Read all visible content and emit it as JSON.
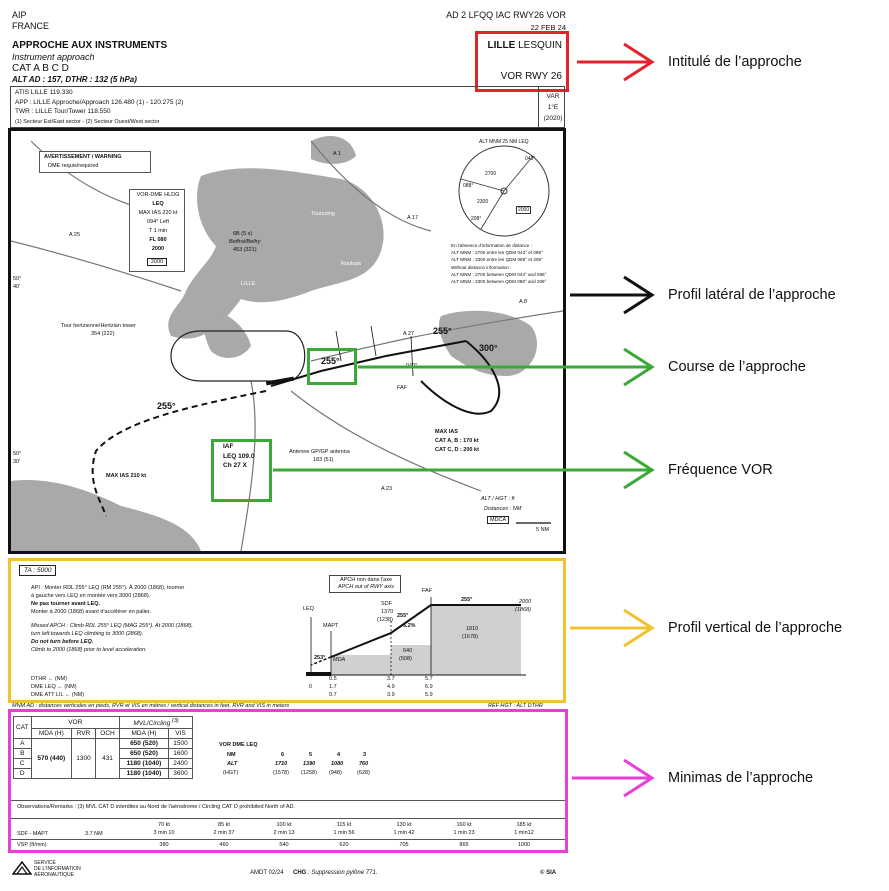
{
  "header": {
    "aip": "AIP",
    "country": "FRANCE",
    "ref": "AD 2 LFQQ IAC RWY26 VOR",
    "date": "22 FEB 24",
    "title_fr": "APPROCHE AUX INSTRUMENTS",
    "title_en": "Instrument approach",
    "cat": "CAT A B C D",
    "alt": "ALT AD : 157, DTHR : 132 (5 hPa)",
    "aerodrome_bold": "LILLE",
    "aerodrome_rest": " LESQUIN",
    "procedure": "VOR RWY 26"
  },
  "freqs": {
    "atis": "ATIS LILLE 119.330",
    "app": "APP : LILLE Approche/Approach 126.480 (1) - 120.275 (2)",
    "twr": "TWR : LILLE Tour/Tower 118.550",
    "sectors": "(1) Secteur Est/East sector - (2) Secteur Ouest/West sector",
    "var_label": "VAR",
    "var_value": "1°E",
    "var_year": "(2020)"
  },
  "plan": {
    "warning_title": "AVERTISSEMENT / WARNING",
    "warning_text": "DME requis/required",
    "holding_title": "VOR-DME HLDG",
    "holding_fix": "LEQ",
    "holding_ias": "MAX IAS 220 kt",
    "holding_course": "094° Left",
    "holding_time": "T 1 min",
    "holding_fl": "FL 080",
    "holding_alt": "2000",
    "holding_alt_box": "2000",
    "belfry": "6B (5 s)",
    "belfry2": "Beffroi/Belfry",
    "belfry_alt": "453 (321)",
    "tower": "Tour hertzienne/Hertzian tower",
    "tower_alt": "354 (222)",
    "antenna": "Antenne GP/GP antenna",
    "antenna_alt": "183 (51)",
    "iaf": "IAF",
    "iaf_vor": "LEQ 109.0",
    "iaf_ch": "Ch 27 X",
    "crs_final": "255°",
    "crs_missed": "255°",
    "crs_inbound": "255°",
    "crs_300": "300°",
    "crs_040": "040°",
    "faf": "FAF",
    "max_ias": "MAX IAS",
    "max_ias_ab": "CAT A, B : 170 kt",
    "max_ias_cd": "CAT C, D :  200 kt",
    "max_ias_210": "MAX IAS 210 kt",
    "alt_legend": "ALT / HGT : ft",
    "dist_legend": "Distances : NM",
    "mdca": "MDCA",
    "scale": "5 NM",
    "lat1": "50°",
    "lat1b": "40'",
    "lat2": "50°",
    "lat2b": "30'",
    "msa_title": "ALT MNM 25 NM LEQ",
    "msa_088": "088°",
    "msa_208": "208°",
    "msa_043": "043°",
    "msa_2700": "2700",
    "msa_2300": "2300",
    "msa_2000": "2000",
    "msa_note1": "En l'absence d'information de distance :",
    "msa_note2": "ALT MNM : 2700 entre les QDM 043° et 088°",
    "msa_note3": "ALT MNM : 2300 entre les QDM 088° et 208°",
    "msa_note4": "Without distance information :",
    "msa_note5": "ALT MNM : 2700 between QDM 043° and 088°",
    "msa_note6": "ALT MNM : 2300 between QDM 088° and 208°",
    "road_a25": "A 25",
    "road_a17": "A 17",
    "road_a27": "A 27",
    "road_a23": "A 23",
    "road_a8": "A 8",
    "road_a1": "A 1",
    "town_lille": "LILLE",
    "town_tourcoing": "Tourcoing",
    "town_roubaix": "Roubaix"
  },
  "profile": {
    "ta": "TA : 5000",
    "api_1": "API : Monter RDL 255° LEQ (RM 255°). À 2000 (1868), tourner",
    "api_2": "à gauche vers LEQ en montée vers 3000 (2868).",
    "api_3": "Ne pas tourner avant LEQ.",
    "api_4": "Monter à 2000 (1868) avant d'accélérer en palier.",
    "mapt_1": "Missed APCH : Climb RDL 255° LEQ (MAG 255°). At 2000 (1868),",
    "mapt_2": "turn left towards LEQ climbing to 3000 (2868).",
    "mapt_3": "Do not turn before LEQ.",
    "mapt_4": "Climb to 2000 (1868) prior to level acceleration.",
    "apch_note1": "APCH non dans l'axe",
    "apch_note2": "APCH out of RWY axis",
    "leq": "LEQ",
    "mapt": "MAPT",
    "sdf": "SDF",
    "sdf_alt": "1370",
    "sdf_hgt": "(1238)",
    "faf": "FAF",
    "faf_crs": "255°",
    "faf_alt": "2000",
    "faf_hgt": "(1868)",
    "seg_crs": "255°",
    "seg_slope": "5.2%",
    "crs_missed": "253°",
    "mda": "MDA",
    "step1": "640",
    "step1_h": "(508)",
    "step2": "1810",
    "step2_h": "(1678)",
    "dthr_label": "DTHR",
    "dme_leq_label": "DME LEQ",
    "dme_att_label": "DME ATT LIL",
    "unit": "(NM)",
    "dthr_vals": [
      "0.5",
      "3.7",
      "5.7"
    ],
    "dme_leq_vals": [
      "0",
      "1.7",
      "4.9",
      "6.9"
    ],
    "dme_att_vals": [
      "0.7",
      "3.9",
      "5.9"
    ]
  },
  "minima": {
    "note_left": "MNM AD : distances verticales en pieds, RVR et VIS en mètres / vertical distances in feet, RVR and VIS in meters",
    "note_right": "REF HGT : ALT DTHR",
    "cat_header": "CAT",
    "vor_header": "VOR",
    "mvl_header": "MVL/Circling",
    "mvl_note": "(3)",
    "cols": [
      "MDA (H)",
      "RVR",
      "OCH",
      "MDA (H)",
      "VIS"
    ],
    "cats": [
      "A",
      "B",
      "C",
      "D"
    ],
    "vor_mda": "570 (440)",
    "vor_rvr": "1300",
    "vor_och": "431",
    "mvl_rows": [
      {
        "mda": "650 (520)",
        "vis": "1500"
      },
      {
        "mda": "650 (520)",
        "vis": "1600"
      },
      {
        "mda": "1180 (1040)",
        "vis": "2400"
      },
      {
        "mda": "1180 (1040)",
        "vis": "3600"
      }
    ],
    "vordme_title": "VOR DME LEQ",
    "vordme_nm_label": "NM",
    "vordme_alt_label": "ALT",
    "vordme_hgt_label": "(HGT)",
    "vordme_nm": [
      "6",
      "5",
      "4",
      "3"
    ],
    "vordme_alt": [
      "1710",
      "1390",
      "1080",
      "760"
    ],
    "vordme_hgt": [
      "(1578)",
      "(1258)",
      "(948)",
      "(628)"
    ],
    "observations": "Observations/Remarks : (3) MVL CAT D interdites au Nord de l'aérodrome / Circling CAT D prohibited North of AD.",
    "speed_label": "SDF - MAPT",
    "speed_dist": "3.7 NM",
    "speeds": [
      "70 kt",
      "85 kt",
      "100 kt",
      "115 kt",
      "130 kt",
      "160 kt",
      "185 kt"
    ],
    "times": [
      "3 min 10",
      "2 min 37",
      "2 min 13",
      "1 min 56",
      "1 min 42",
      "1 min 23",
      "1 min12"
    ],
    "vsp_label": "VSP (ft/min)",
    "vsp": [
      "380",
      "460",
      "540",
      "620",
      "705",
      "865",
      "1000"
    ]
  },
  "footer": {
    "service1": "SERVICE",
    "service2": "DE L'INFORMATION",
    "service3": "AÉRONAUTIQUE",
    "amdt": "AMDT 02/24",
    "chg_label": "CHG",
    "chg_text": " : Suppression pylône 771.",
    "copyright": "© SIA"
  },
  "legend": {
    "title": "Intitulé de l’approche",
    "lateral": "Profil latéral de l’approche",
    "course": "Course de l’approche",
    "vor": "Fréquence VOR",
    "vertical": "Profil vertical de l’approche",
    "minima": "Minimas de l’approche"
  },
  "colors": {
    "title_box": "#e5232b",
    "lateral_box": "#111111",
    "course_box": "#3aa935",
    "vertical_box": "#f2c12e",
    "minima_box": "#e83fd8"
  }
}
